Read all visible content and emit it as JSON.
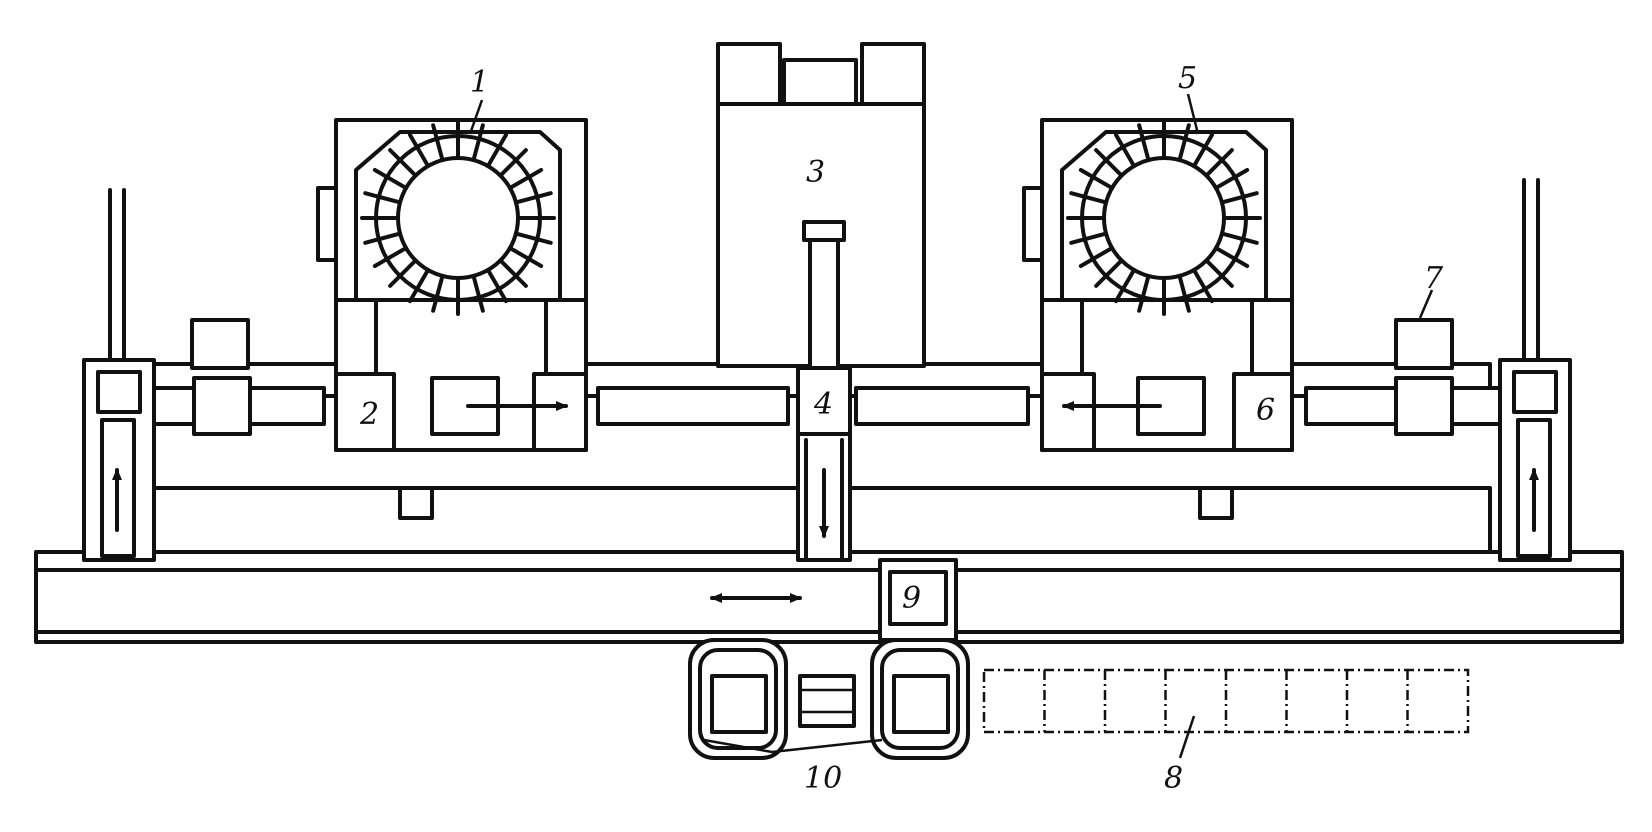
{
  "labels": {
    "l1": "1",
    "l2": "2",
    "l3": "3",
    "l4": "4",
    "l5": "5",
    "l6": "6",
    "l7": "7",
    "l8": "8",
    "l9": "9",
    "l10": "10"
  },
  "icons": {
    "arrow_horizontal": "arrow-right-icon",
    "arrow_left": "arrow-left-icon",
    "arrow_up": "arrow-up-icon",
    "arrow_down": "arrow-down-icon",
    "arrow_double": "arrow-double-icon"
  },
  "colors": {
    "line": "#111111",
    "background": "#ffffff"
  }
}
